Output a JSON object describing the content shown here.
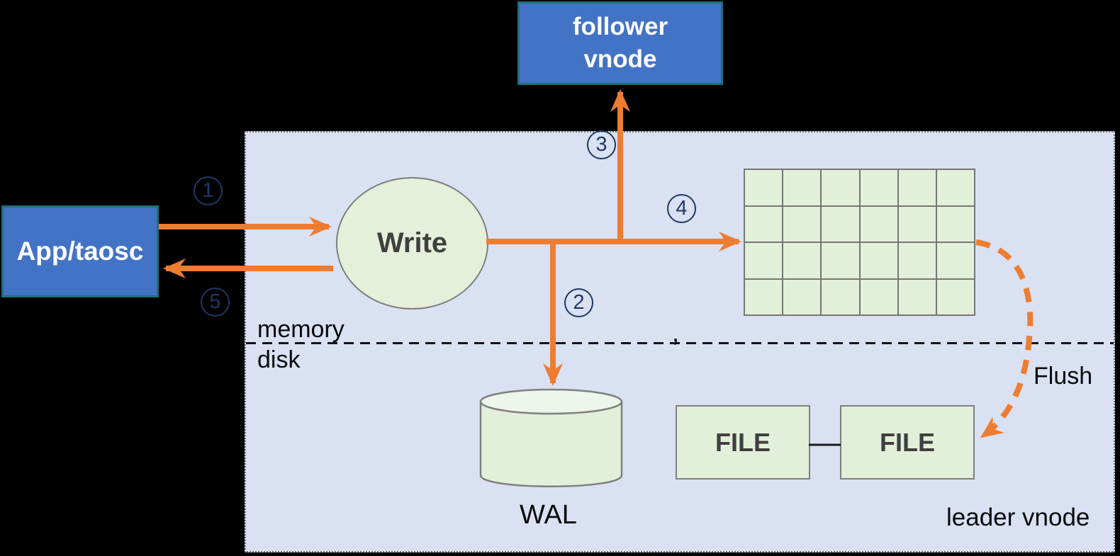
{
  "diagram": {
    "title_implied": "leader vnode write flow",
    "colors": {
      "background": "#000000",
      "panel_bg": "#D9E1F2",
      "panel_border": "#6E6E6E",
      "node_blue": "#4373C5",
      "node_blue_border": "#1E6F7A",
      "shape_green": "#E2EFD9",
      "shape_green_light": "#EEF5EA",
      "shape_border_gray": "#7F7F7F",
      "arrow_orange": "#ED7D31",
      "badge_navy": "#1F3864",
      "text_black": "#0A0A0A",
      "text_dark_gray": "#404040"
    },
    "nodes": {
      "app": {
        "label": "App/taosc"
      },
      "follower": {
        "line1": "follower",
        "line2": "vnode"
      },
      "write": {
        "label": "Write"
      },
      "wal": {
        "label": "WAL"
      },
      "file1": {
        "label": "FILE"
      },
      "file2": {
        "label": "FILE"
      },
      "memtable_grid": {
        "rows": 4,
        "cols": 6
      }
    },
    "zones": {
      "memory_label": "memory",
      "disk_label": "disk",
      "leader_label": "leader vnode"
    },
    "steps": {
      "step1": "1",
      "step2": "2",
      "step3": "3",
      "step4": "4",
      "step5": "5"
    },
    "flush_label": "Flush",
    "stray_mark": ","
  }
}
